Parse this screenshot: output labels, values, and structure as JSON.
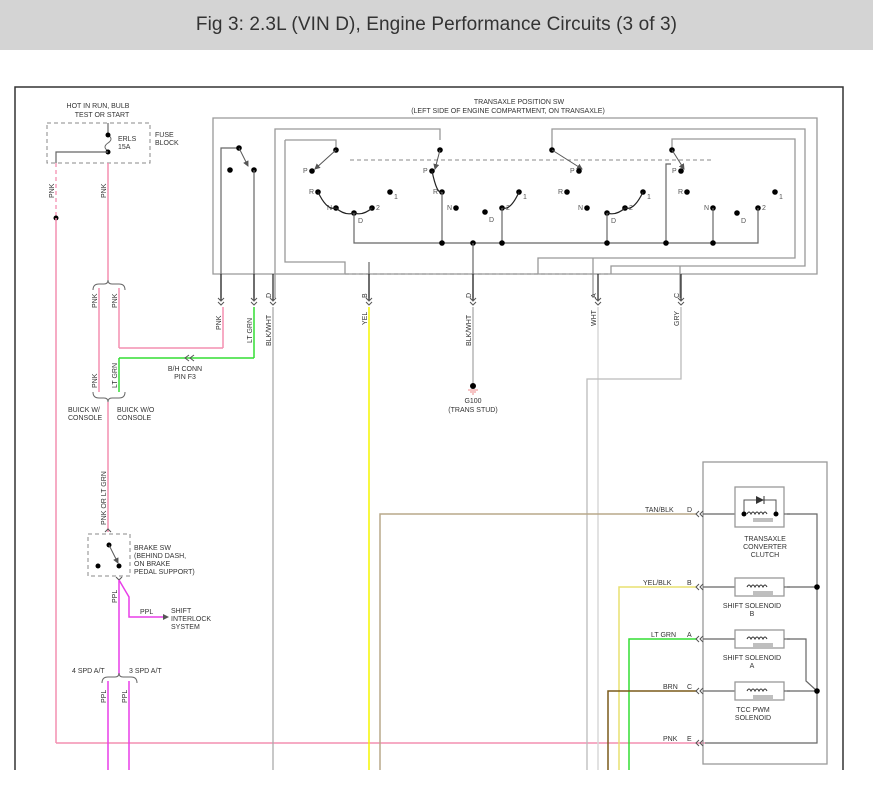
{
  "title": "Fig 3: 2.3L (VIN D), Engine Performance Circuits (3 of 3)",
  "fuse": {
    "heading_line1": "HOT IN RUN, BULB",
    "heading_line2": "TEST OR START",
    "name": "ERLS",
    "rating": "15A",
    "block_line1": "FUSE",
    "block_line2": "BLOCK"
  },
  "transaxle_sw": {
    "title": "TRANSAXLE POSITION SW",
    "subtitle": "(LEFT SIDE OF ENGINE COMPARTMENT, ON TRANSAXLE)",
    "positions": [
      "P",
      "R",
      "N",
      "D",
      "2",
      "1"
    ],
    "pins": {
      "d_left": "D",
      "b": "B",
      "d_mid": "D",
      "a": "A",
      "c": "C"
    }
  },
  "wires": {
    "pnk": "PNK",
    "lt_grn": "LT GRN",
    "blk_wht": "BLK/WHT",
    "yel": "YEL",
    "wht": "WHT",
    "gry": "GRY",
    "pnk_or_lt_grn": "PNK OR LT GRN",
    "ppl": "PPL",
    "tan_blk": "TAN/BLK",
    "yel_blk": "YEL/BLK",
    "brn": "BRN"
  },
  "bh_conn": {
    "line1": "B/H CONN",
    "line2": "PIN F3"
  },
  "options": {
    "buick_w_line1": "BUICK W/",
    "buick_w_line2": "CONSOLE",
    "buick_wo_line1": "BUICK W/O",
    "buick_wo_line2": "CONSOLE",
    "spd4": "4 SPD A/T",
    "spd3": "3 SPD A/T"
  },
  "ground": {
    "name": "G100",
    "location": "(TRANS STUD)"
  },
  "brake_sw": {
    "line1": "BRAKE SW",
    "line2": "(BEHIND DASH,",
    "line3": "ON BRAKE",
    "line4": "PEDAL SUPPORT)"
  },
  "shift_interlock": {
    "line1": "SHIFT",
    "line2": "INTERLOCK",
    "line3": "SYSTEM"
  },
  "solenoids": [
    {
      "pin": "D",
      "wire": "TAN/BLK",
      "line1": "TRANSAXLE",
      "line2": "CONVERTER",
      "line3": "CLUTCH"
    },
    {
      "pin": "B",
      "wire": "YEL/BLK",
      "line1": "SHIFT SOLENOID",
      "line2": "B"
    },
    {
      "pin": "A",
      "wire": "LT GRN",
      "line1": "SHIFT SOLENOID",
      "line2": "A"
    },
    {
      "pin": "C",
      "wire": "BRN",
      "line1": "TCC PWM",
      "line2": "SOLENOID"
    },
    {
      "pin": "E",
      "wire": "PNK"
    }
  ],
  "colors": {
    "pnk": "#f48fb1",
    "lt_grn": "#33dd33",
    "yel": "#f5f500",
    "ppl": "#e83ee8",
    "tan": "#b8a88a",
    "brn": "#7a5a1a",
    "wht": "#d8d8d8",
    "gry": "#aaaaaa",
    "title_bar": "#d4d4d4"
  }
}
